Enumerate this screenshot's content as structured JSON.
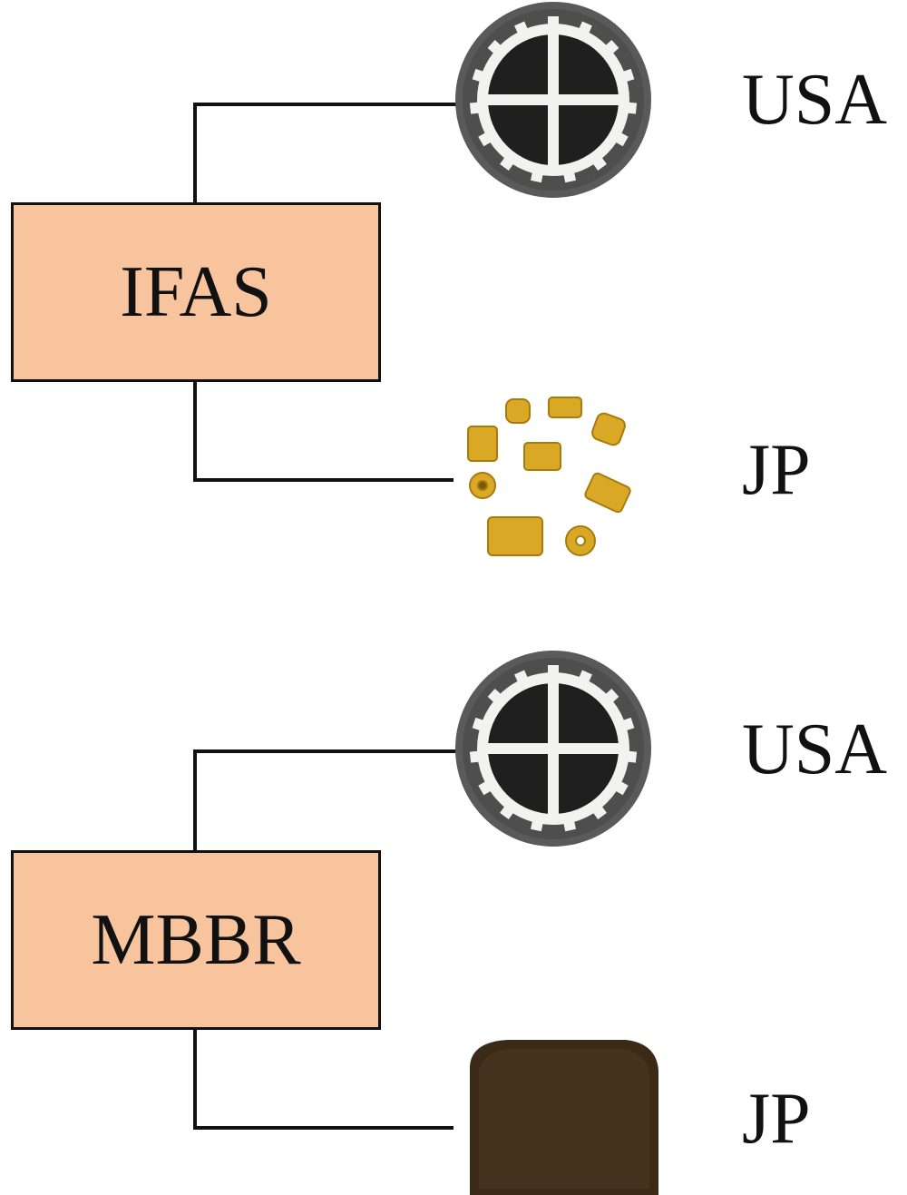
{
  "groups": [
    {
      "process": "IFAS",
      "carriers": [
        {
          "origin": "USA"
        },
        {
          "origin": "JP"
        }
      ]
    },
    {
      "process": "MBBR",
      "carriers": [
        {
          "origin": "USA"
        },
        {
          "origin": "JP"
        }
      ]
    }
  ],
  "colors": {
    "box_fill": "#F8C49E",
    "line": "#111111"
  }
}
